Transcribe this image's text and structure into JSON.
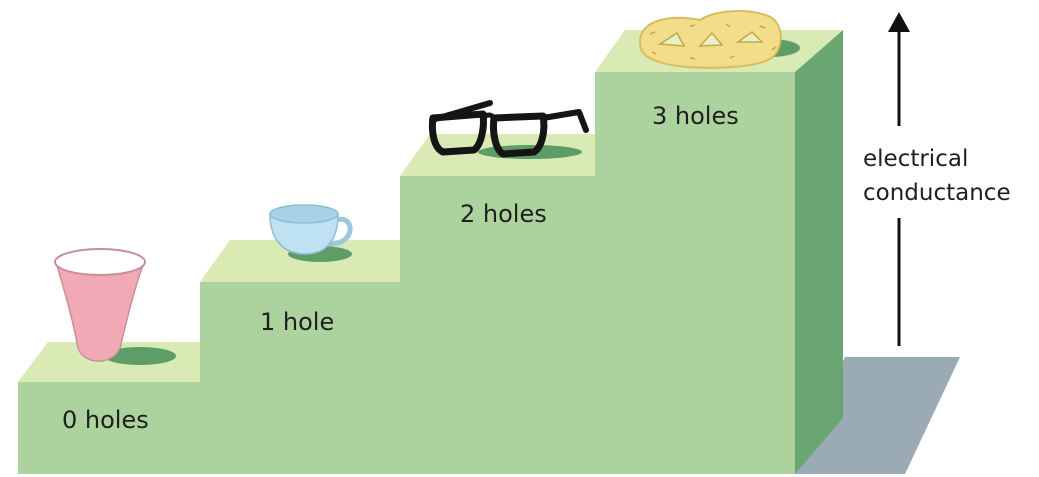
{
  "steps": [
    {
      "label": "0 holes",
      "object": "paper-cup"
    },
    {
      "label": "1 hole",
      "object": "teacup"
    },
    {
      "label": "2 holes",
      "object": "eyeglasses"
    },
    {
      "label": "3 holes",
      "object": "pretzel"
    }
  ],
  "axis": {
    "line1": "electrical",
    "line2": "conductance",
    "direction": "up"
  },
  "colors": {
    "step_front": "#acd29d",
    "step_top": "#d9eab4",
    "step_side": "#6aa672",
    "shadow_floor": "#9aabb6",
    "object_shadow": "#5e9c68",
    "cup": "#f2a9b6",
    "teacup": "#bfe2f2",
    "glasses": "#151515",
    "pretzel": "#f2dd8a"
  }
}
